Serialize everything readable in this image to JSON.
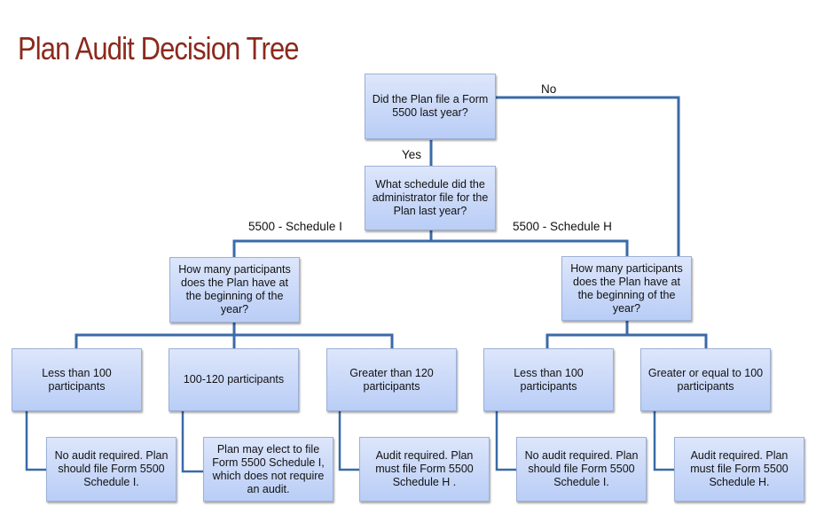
{
  "title": "Plan Audit Decision Tree",
  "colors": {
    "title": "#8b2a1e",
    "connector": "#3a6aa8",
    "box_top": "#dde6fb",
    "box_bottom": "#b9cdf6"
  },
  "nodes": {
    "q_form5500": "Did the Plan file a Form 5500 last year?",
    "q_schedule": "What schedule did the administrator file for the Plan last year?",
    "q_participants_left": "How many participants does the Plan have at the beginning of the year?",
    "q_participants_right": "How many participants does the Plan have at the beginning of the year?",
    "opt_less100_left": "Less than 100 participants",
    "opt_100_120": "100-120 participants",
    "opt_greater120": "Greater than 120 participants",
    "opt_less100_right": "Less than 100 participants",
    "opt_ge100": "Greater or equal to 100 participants",
    "res_no_audit_left": "No audit required. Plan should file Form 5500 Schedule I.",
    "res_may_elect": "Plan may elect to file Form 5500 Schedule I, which does not require an audit.",
    "res_audit_h_mid": "Audit required. Plan must file Form 5500 Schedule H .",
    "res_no_audit_right": "No audit required. Plan should file Form 5500 Schedule I.",
    "res_audit_h_right": "Audit required. Plan must file Form 5500 Schedule H."
  },
  "edge_labels": {
    "no": "No",
    "yes": "Yes",
    "schedule_i": "5500 - Schedule I",
    "schedule_h": "5500 - Schedule H"
  }
}
